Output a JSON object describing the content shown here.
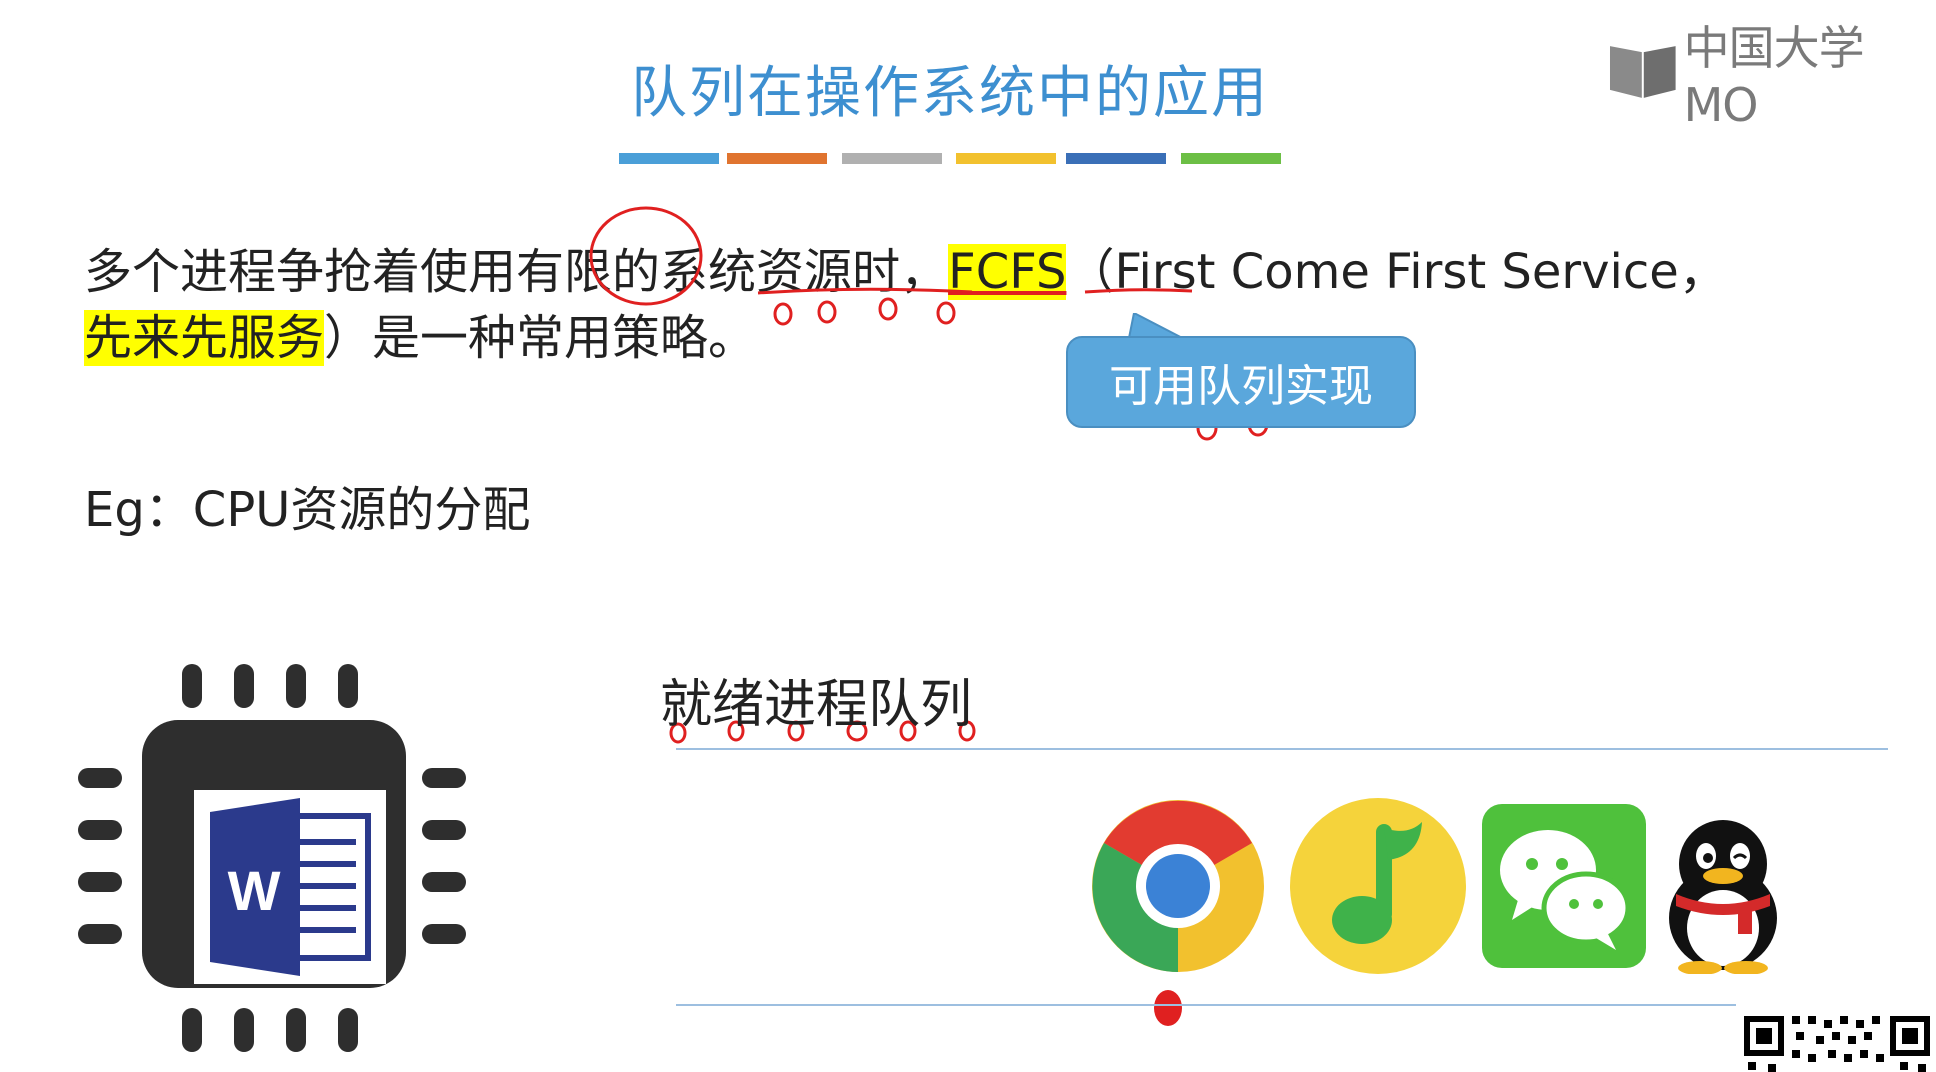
{
  "slide": {
    "title": "队列在操作系统中的应用",
    "title_bar_colors": [
      "#4a9fd8",
      "#e0742f",
      "#b0b0b0",
      "#f2c12e",
      "#3a6fb7",
      "#6cbf45"
    ]
  },
  "logo": {
    "text": "中国大学MO",
    "icon": "book-logo-icon"
  },
  "paragraph": {
    "line1_part1": "多个进程争抢着使用",
    "line1_circled": "有限",
    "line1_part2": "的",
    "line1_underlined": "系统资源",
    "line1_part3": "时，",
    "fcfs": "FCFS",
    "line1_part4": "（First Come First Service，",
    "line2_highlight": "先来先服务",
    "line2_rest": "）是一种常用策略。"
  },
  "callout": {
    "text": "可用队列实现"
  },
  "example": {
    "text": "Eg：CPU资源的分配"
  },
  "queue": {
    "label": "就绪进程队列",
    "apps": [
      "chrome-icon",
      "qq-music-icon",
      "wechat-icon",
      "qq-penguin-icon"
    ]
  },
  "cpu": {
    "icon": "cpu-chip-icon",
    "running_app": "word-icon",
    "word_letter": "W"
  },
  "colors": {
    "title": "#3d8fd0",
    "highlight": "#ffff00",
    "annotation": "#e02020",
    "callout": "#5aa7dc"
  }
}
